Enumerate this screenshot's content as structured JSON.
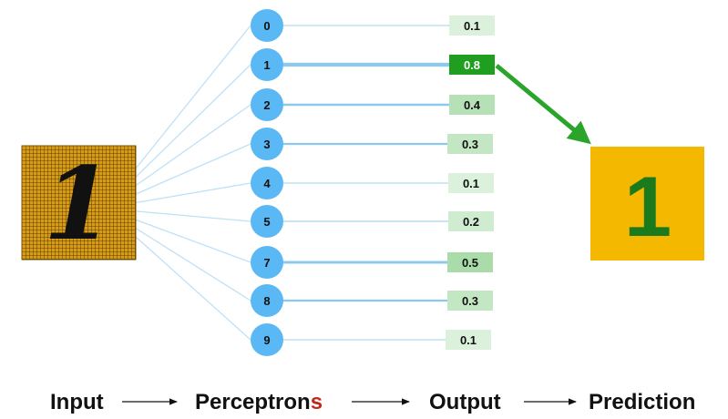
{
  "input": {
    "digit": "1"
  },
  "perceptrons": [
    {
      "label": "0",
      "output": "0.1",
      "activation": 0.1
    },
    {
      "label": "1",
      "output": "0.8",
      "activation": 0.8
    },
    {
      "label": "2",
      "output": "0.4",
      "activation": 0.4
    },
    {
      "label": "3",
      "output": "0.3",
      "activation": 0.3
    },
    {
      "label": "4",
      "output": "0.1",
      "activation": 0.1
    },
    {
      "label": "5",
      "output": "0.2",
      "activation": 0.2
    },
    {
      "label": "7",
      "output": "0.5",
      "activation": 0.5
    },
    {
      "label": "8",
      "output": "0.3",
      "activation": 0.3
    },
    {
      "label": "9",
      "output": "0.1",
      "activation": 0.1
    }
  ],
  "prediction": {
    "digit": "1"
  },
  "pipeline": {
    "input_label": "Input",
    "perceptrons_label_main": "Perceptron",
    "perceptrons_label_suffix": "s",
    "output_label": "Output",
    "prediction_label": "Prediction"
  },
  "colors": {
    "node": "#5ab8f5",
    "edge": "#bfe1f5",
    "edge_strong": "#8cc9ee",
    "winner_box": "#1f9e1f",
    "winner_arrow": "#2aa52a",
    "input_bg": "#d69a16",
    "prediction_bg": "#f5b800",
    "prediction_digit": "#1b7a1b",
    "suffix_accent": "#c0271d"
  }
}
